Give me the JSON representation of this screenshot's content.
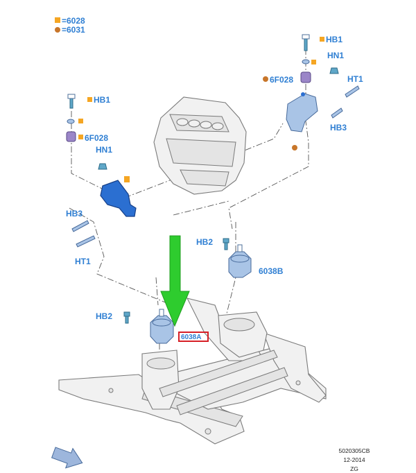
{
  "legend": [
    {
      "symbol": "square",
      "color": "#f5a623",
      "text": "=6028"
    },
    {
      "symbol": "circle",
      "color": "#c8762a",
      "text": "=6031"
    }
  ],
  "labels": {
    "hb1_right": "HB1",
    "hn1_right": "HN1",
    "f6f028_right": "6F028",
    "ht1_right": "HT1",
    "hb3_right": "HB3",
    "hb1_left": "HB1",
    "f6f028_left": "6F028",
    "hn1_left": "HN1",
    "hb3_left": "HB3",
    "ht1_left": "HT1",
    "hb2_upper": "HB2",
    "p6038b": "6038B",
    "hb2_lower": "HB2",
    "p6038a": "6038A"
  },
  "colors": {
    "label": "#2f7fd3",
    "highlight_box": "#d61f26",
    "arrow": "#2ecc2e",
    "part_blue": "#2b6fd1",
    "square_marker": "#f5a623",
    "circle_marker": "#c8762a"
  },
  "reference": {
    "code": "5020305CB",
    "date": "12-2014",
    "initials": "ZG"
  }
}
